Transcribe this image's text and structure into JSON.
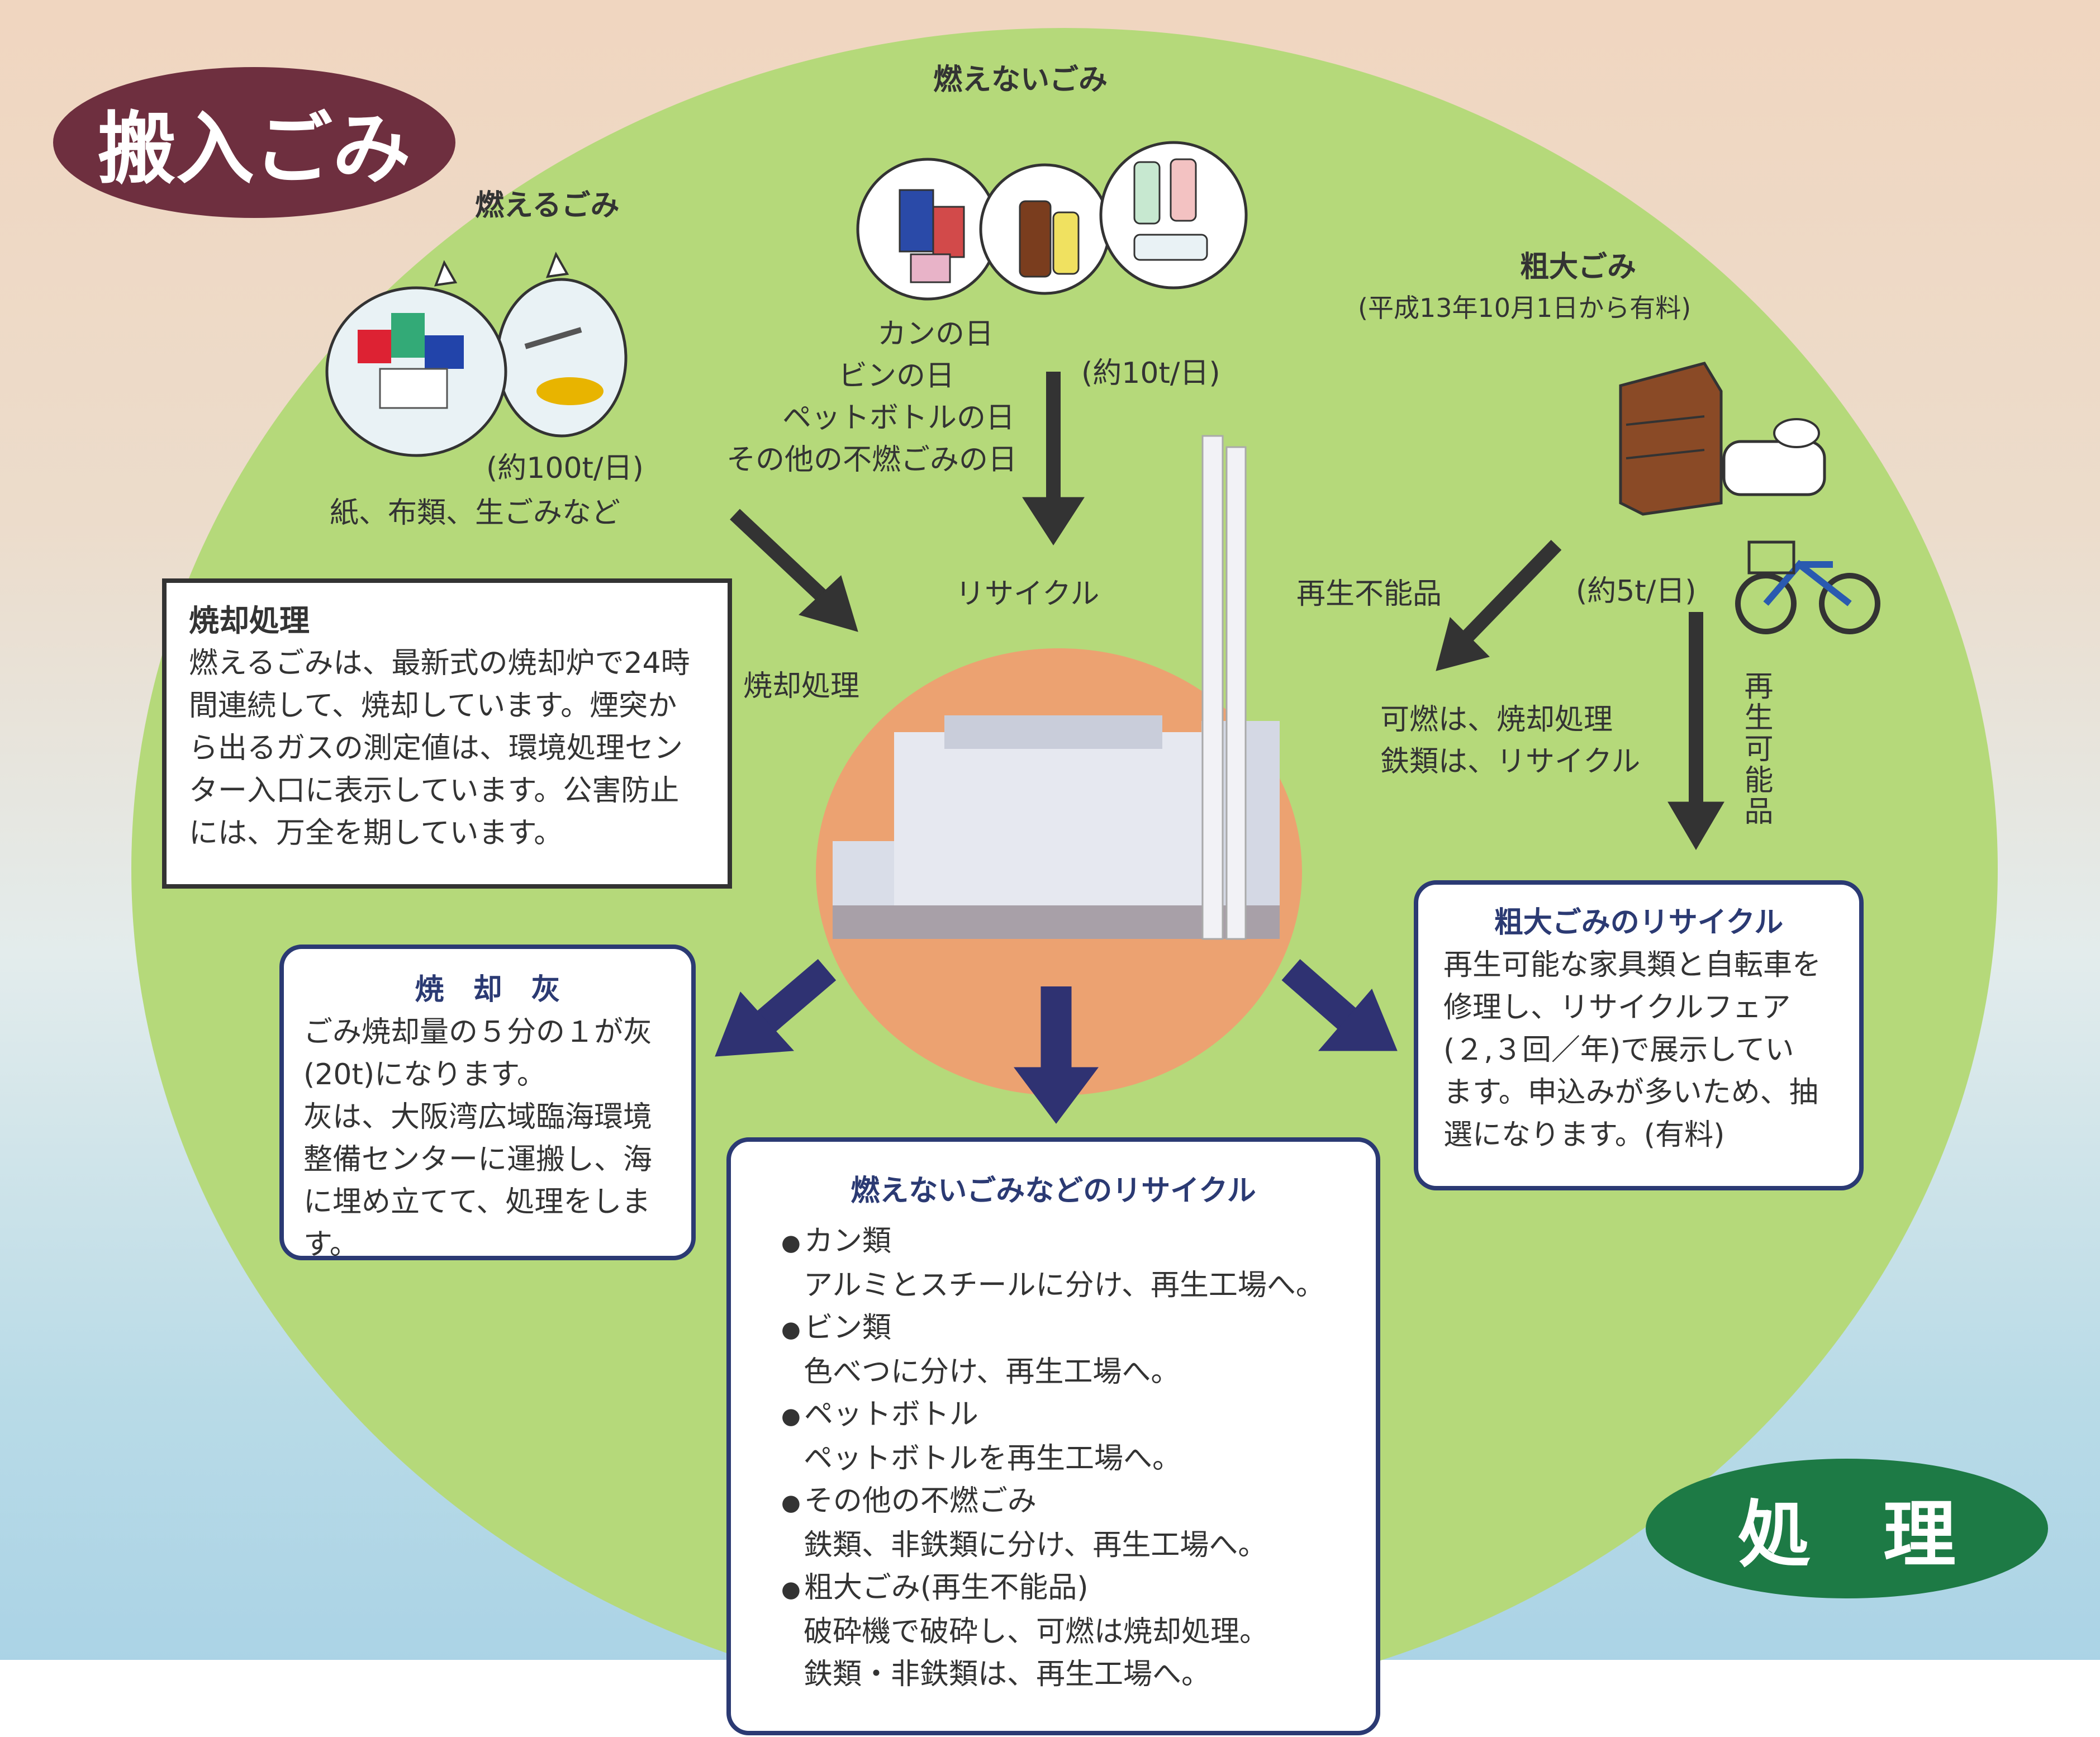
{
  "title_in": "搬入ごみ",
  "title_out": "処　理",
  "burnable": {
    "heading": "燃えるごみ",
    "amount": "(約100t/日)",
    "items": "紙、布類、生ごみなど"
  },
  "nonburnable": {
    "heading": "燃えないごみ",
    "days": [
      "カンの日",
      "ビンの日",
      "ペットボトルの日",
      "その他の不燃ごみの日"
    ],
    "amount": "(約10t/日)"
  },
  "bulky": {
    "heading": "粗大ごみ",
    "note": "(平成13年10月1日から有料)",
    "amount": "(約5t/日)"
  },
  "flow_labels": {
    "incineration": "焼却処理",
    "recycle": "リサイクル",
    "non_renewable": "再生不能品",
    "renewable": "再生可能品",
    "non_renewable_detail": [
      "可燃は、焼却処理",
      "鉄類は、リサイクル"
    ]
  },
  "incineration_box": {
    "title": "焼却処理",
    "lines": [
      "燃えるごみは、最新式の焼却炉で24時",
      "間連続して、焼却しています。煙突か",
      "ら出るガスの測定値は、環境処理セン",
      "ター入口に表示しています。公害防止",
      "には、万全を期しています。"
    ]
  },
  "ash_box": {
    "title": "焼　却　灰",
    "lines": [
      "ごみ焼却量の５分の１が灰",
      "(20t)になります。",
      "灰は、大阪湾広域臨海環境",
      "整備センターに運搬し、海",
      "に埋め立てて、処理をします。"
    ]
  },
  "bulky_recycle_box": {
    "title": "粗大ごみのリサイクル",
    "lines": [
      "再生可能な家具類と自転車を",
      "修理し、リサイクルフェア",
      "(２,３回／年)で展示してい",
      "ます。申込みが多いため、抽",
      "選になります。(有料)"
    ]
  },
  "nonburnable_recycle_box": {
    "title": "燃えないごみなどのリサイクル",
    "items": [
      {
        "head": "カン類",
        "body": [
          "アルミとスチールに分け、再生工場へ。"
        ]
      },
      {
        "head": "ビン類",
        "body": [
          "色べつに分け、再生工場へ。"
        ]
      },
      {
        "head": "ペットボトル",
        "body": [
          "ペットボトルを再生工場へ。"
        ]
      },
      {
        "head": "その他の不燃ごみ",
        "body": [
          "鉄類、非鉄類に分け、再生工場へ。"
        ]
      },
      {
        "head": "粗大ごみ(再生不能品)",
        "body": [
          "破砕機で破砕し、可燃は焼却処理。",
          "鉄類・非鉄類は、再生工場へ。"
        ]
      }
    ]
  },
  "colors": {
    "circle": "#b5d97a",
    "center": "#eca271",
    "title_in_badge": "#6e2f3f",
    "title_out_badge": "#1d7a45",
    "box_border": "#2b3a73",
    "arrow_dark": "#333333",
    "arrow_blue": "#2f3272"
  }
}
